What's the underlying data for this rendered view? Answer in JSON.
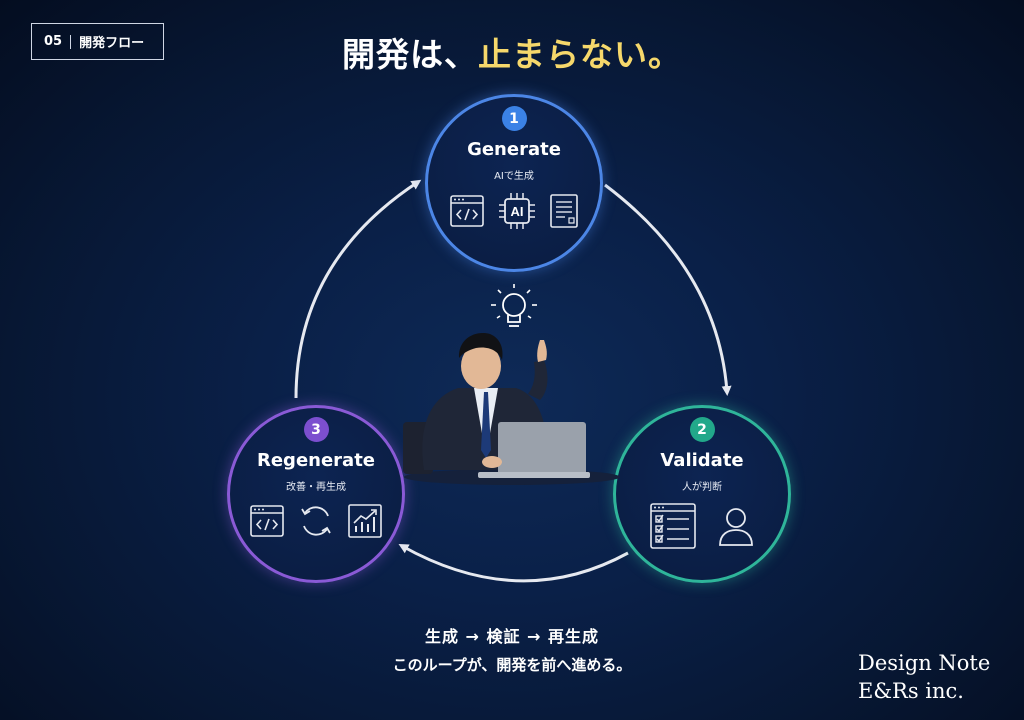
{
  "badge": {
    "number": "05",
    "label": "開発フロー"
  },
  "title": {
    "part1": "開発は、",
    "part2": "止まらない。"
  },
  "steps": [
    {
      "number": "1",
      "title": "Generate",
      "subtitle": "AIで生成",
      "chip_label": "AI"
    },
    {
      "number": "2",
      "title": "Validate",
      "subtitle": "人が判断"
    },
    {
      "number": "3",
      "title": "Regenerate",
      "subtitle": "改善・再生成"
    }
  ],
  "flow": {
    "line": "生成 → 検証 → 再生成",
    "caption": "このループが、開発を前へ進める。"
  },
  "brand": {
    "line1": "Design Note",
    "line2": "E&Rs inc."
  },
  "colors": {
    "step1": "#4c86e6",
    "step2": "#2fb59a",
    "step3": "#8a5ad6",
    "accent_yellow": "#f6d86b",
    "background": "#0a1f45"
  },
  "icons": {
    "generate": [
      "code-window-icon",
      "ai-chip-icon",
      "document-icon"
    ],
    "validate": [
      "checklist-icon",
      "user-icon"
    ],
    "regenerate": [
      "code-window-icon",
      "refresh-cycle-icon",
      "growth-chart-icon"
    ],
    "center": [
      "lightbulb-icon"
    ]
  }
}
